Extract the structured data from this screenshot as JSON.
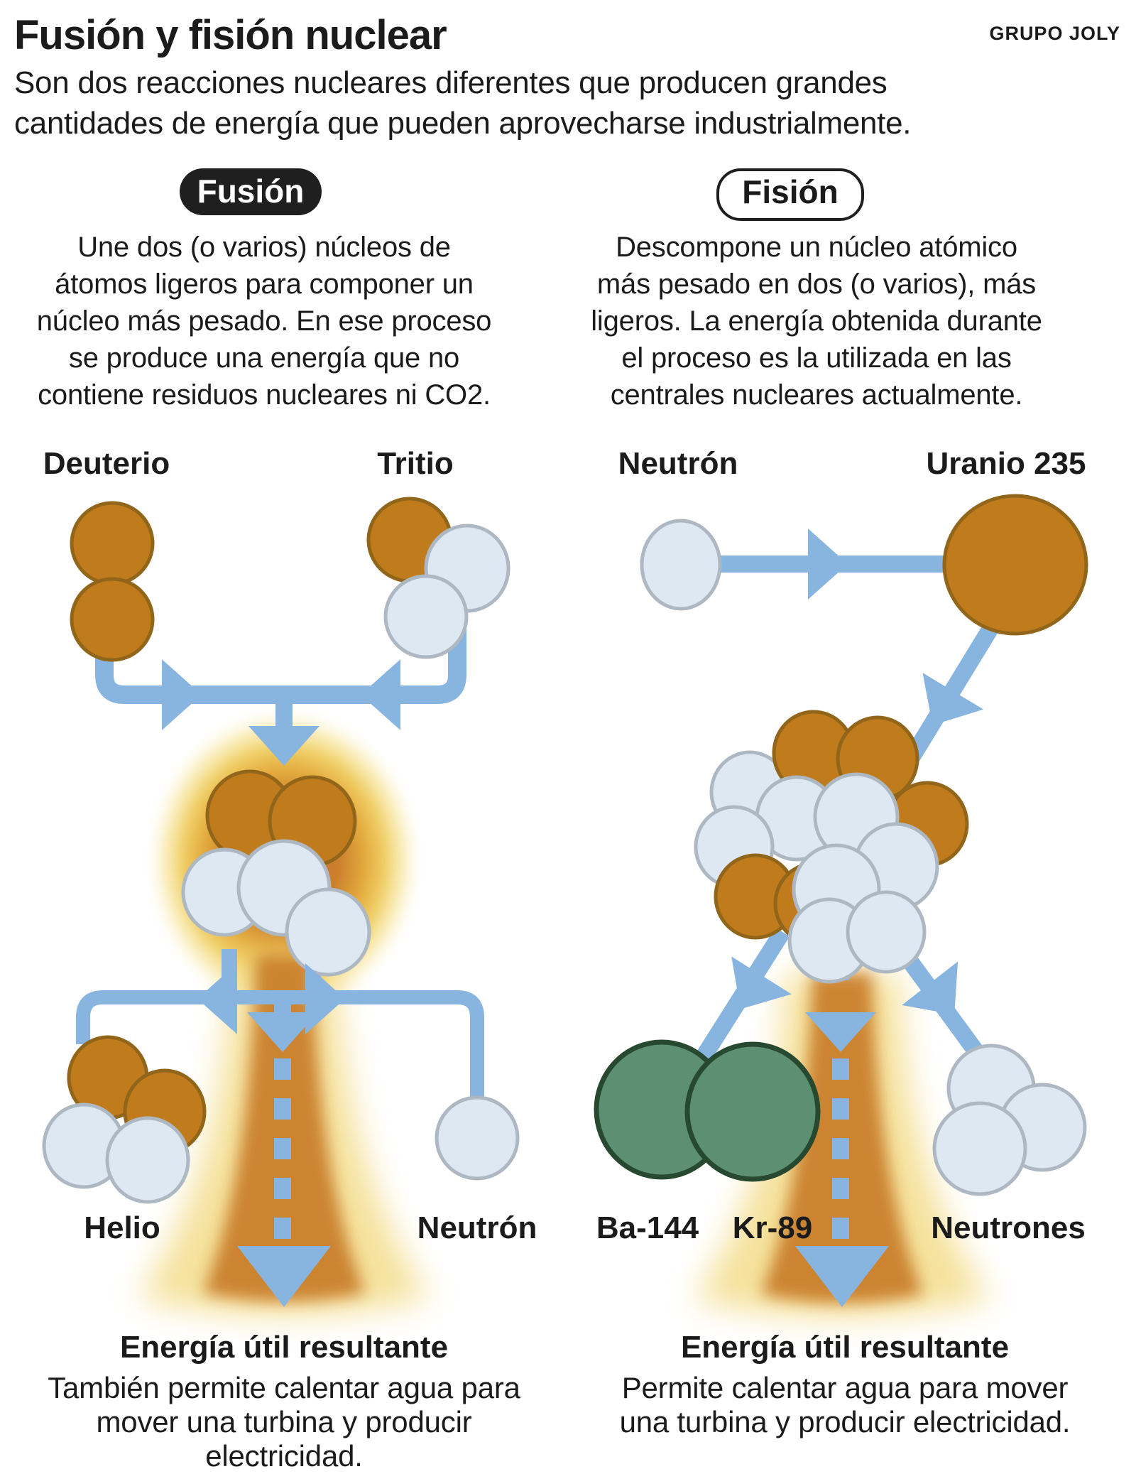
{
  "header": {
    "title": "Fusión y fisión nuclear",
    "brand": "GRUPO JOLY",
    "intro": "Son dos reacciones nucleares diferentes que producen grandes cantidades de energía que pueden aprovecharse industrialmente."
  },
  "fusion": {
    "badge": "Fusión",
    "description": "Une dos (o varios) núcleos de\nátomos ligeros para componer un\nnúcleo más pesado. En ese proceso\nse produce una energía que no\ncontiene residuos nucleares ni CO2.",
    "inputs": {
      "left_label": "Deuterio",
      "right_label": "Tritio"
    },
    "outputs": {
      "left_label": "Helio",
      "right_label": "Neutrón"
    },
    "result": {
      "title": "Energía útil resultante",
      "text": "También permite calentar agua para\nmover una turbina y producir\nelectricidad."
    }
  },
  "fission": {
    "badge": "Fisión",
    "description": "Descompone un núcleo atómico\nmás pesado en dos (o varios), más\nligeros. La energía obtenida durante\nel proceso es la utilizada en las\ncentrales nucleares actualmente.",
    "inputs": {
      "left_label": "Neutrón",
      "right_label": "Uranio 235"
    },
    "outputs": {
      "left_label": "Ba-144",
      "mid_label": "Kr-89",
      "right_label": "Neutrones"
    },
    "result": {
      "title": "Energía útil resultante",
      "text": "Permite calentar agua para mover\nuna turbina y producir electricidad."
    }
  },
  "colors": {
    "proton": "#c07b1c",
    "proton_border": "#91651a",
    "neutron": "#dde8f3",
    "neutron_border": "#aeb8c2",
    "fragment_green": "#5d8f72",
    "fragment_green_border": "#27492f",
    "arrow_blue": "#88b5e0",
    "glow_core": "#c4762a",
    "glow_mid": "#e8ae3f",
    "glow_outer": "#f6df8e",
    "badge_black": "#1f1f1f",
    "text": "#1b1b1b"
  }
}
